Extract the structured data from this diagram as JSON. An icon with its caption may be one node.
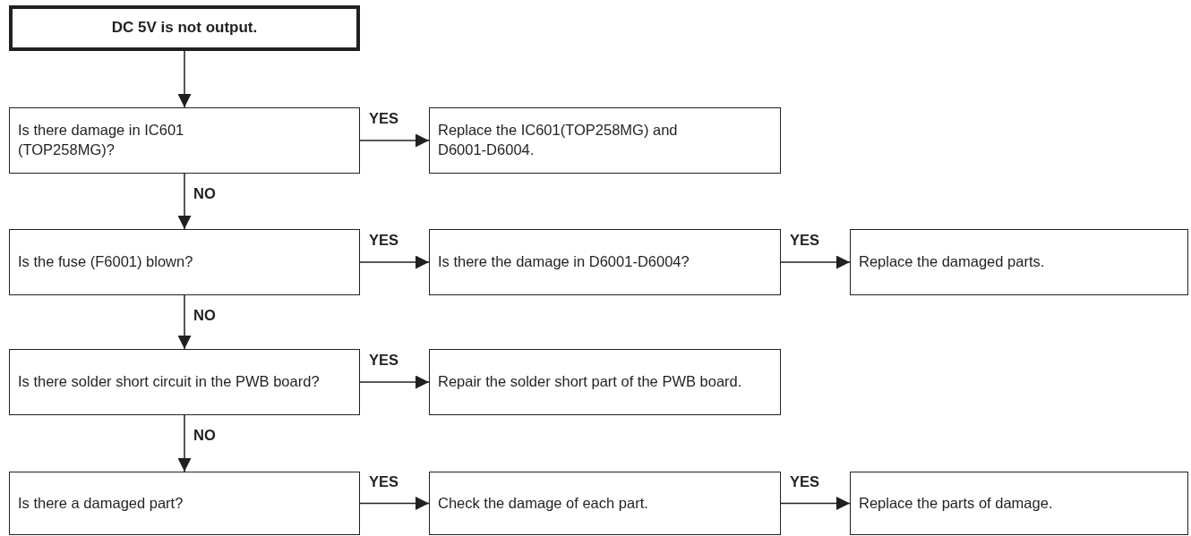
{
  "diagram": {
    "nodes": [
      {
        "text": [
          "DC 5V is not output."
        ]
      },
      {
        "text": [
          "Is there damage in IC601 (TOP258MG)?"
        ]
      },
      {
        "text": [
          "Replace the IC601(TOP258MG) and D6001-D6004."
        ]
      },
      {
        "text": [
          "Is the fuse (F6001) blown?"
        ]
      },
      {
        "text": [
          "Is there the damage in D6001-D6004?"
        ]
      },
      {
        "text": [
          "Replace the damaged parts."
        ]
      },
      {
        "text": [
          "Is there solder short circuit in the PWB board?"
        ]
      },
      {
        "text": [
          "Repair the solder short part of the PWB board."
        ]
      },
      {
        "text": [
          "Is there a damaged part?"
        ]
      },
      {
        "text": [
          "Check the damage of each part."
        ]
      },
      {
        "text": [
          "Replace the parts of damage."
        ]
      }
    ],
    "edges": [
      {
        "from": 0,
        "to": 1,
        "arrow": "to"
      },
      {
        "from": 1,
        "to": 2,
        "arrow": "to",
        "label": "YES"
      },
      {
        "from": 1,
        "to": 3,
        "arrow": "to",
        "label": "NO"
      },
      {
        "from": 3,
        "to": 4,
        "arrow": "to",
        "label": "YES"
      },
      {
        "from": 4,
        "to": 5,
        "arrow": "to",
        "label": "YES"
      },
      {
        "from": 3,
        "to": 6,
        "arrow": "to",
        "label": "NO"
      },
      {
        "from": 6,
        "to": 7,
        "arrow": "to",
        "label": "YES"
      },
      {
        "from": 6,
        "to": 8,
        "arrow": "to",
        "label": "NO"
      },
      {
        "from": 8,
        "to": 9,
        "arrow": "to",
        "label": "YES"
      },
      {
        "from": 9,
        "to": 10,
        "arrow": "to",
        "label": "YES"
      }
    ]
  }
}
